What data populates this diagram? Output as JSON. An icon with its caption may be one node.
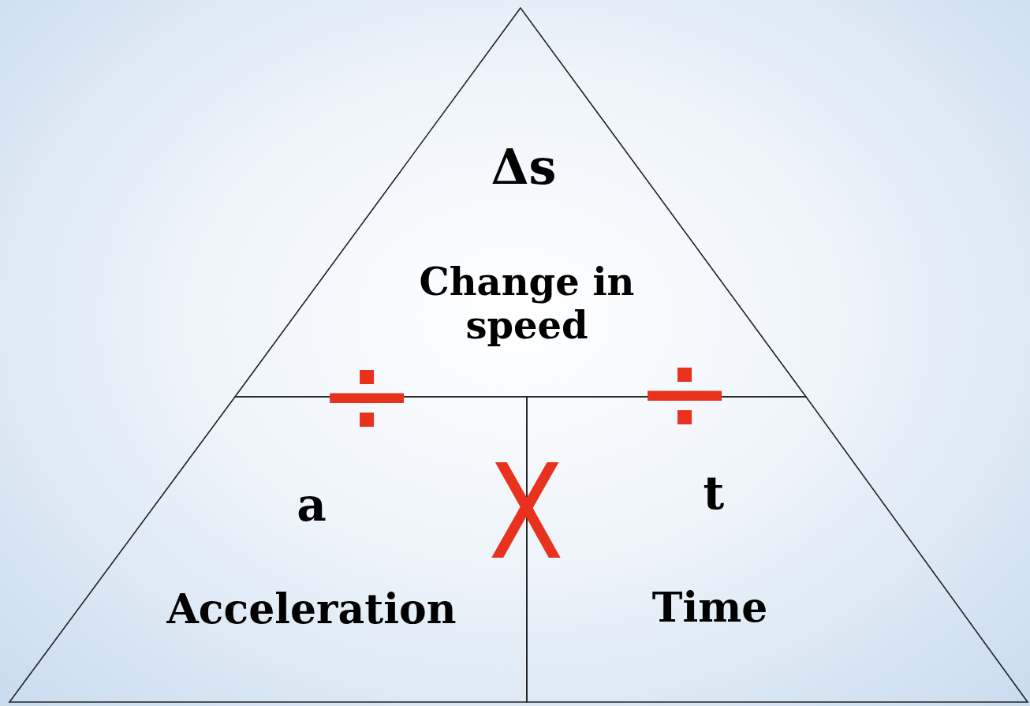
{
  "diagram": {
    "nodes": [
      {
        "text": [
          "Δs",
          "Change in speed"
        ]
      },
      {
        "text": [
          "a",
          "Acceleration"
        ]
      },
      {
        "text": [
          "t",
          "Time"
        ]
      }
    ],
    "labels": [
      "÷",
      "÷",
      "X"
    ]
  }
}
